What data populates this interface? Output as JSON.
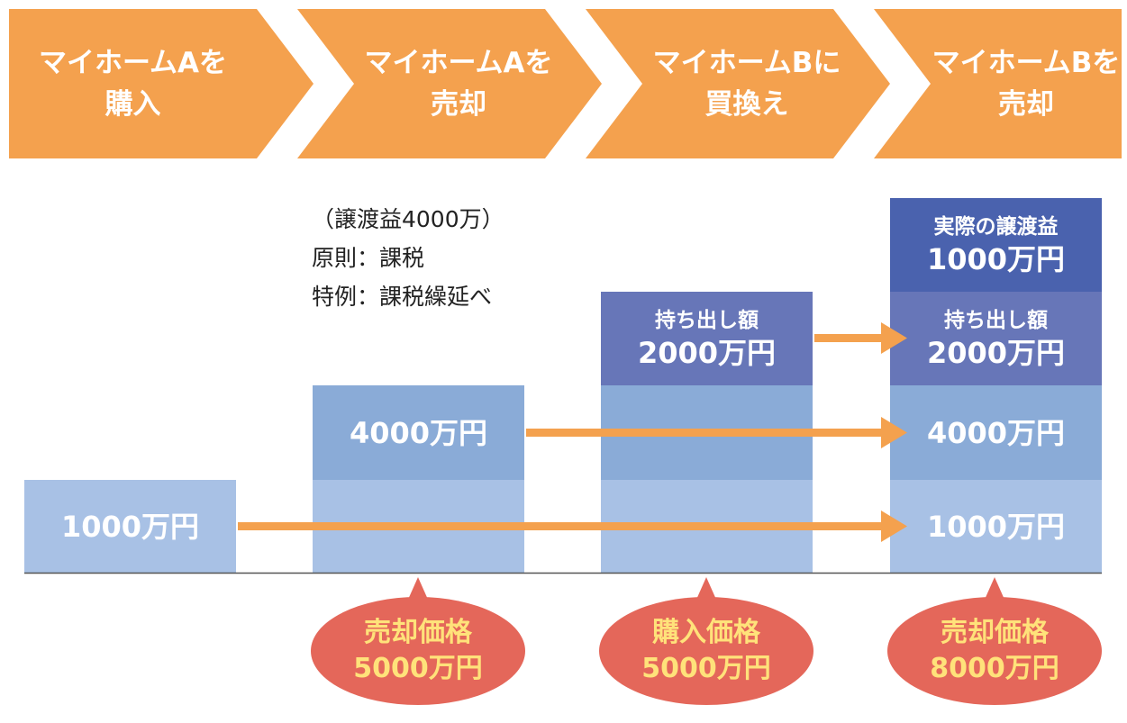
{
  "stages": [
    {
      "label": "マイホームAを\n購入"
    },
    {
      "label": "マイホームAを\n売却"
    },
    {
      "label": "マイホームBに\n買換え"
    },
    {
      "label": "マイホームBを\n売却"
    }
  ],
  "note": {
    "gain": "（譲渡益4000万）",
    "principle": "原則：課税",
    "exception": "特例：課税繰延べ"
  },
  "blocks": {
    "col1_base": "1000万円",
    "col2_gain": "4000万円",
    "col3_carry_label": "持ち出し額",
    "col3_carry_value": "2000万円",
    "col4_actual_label": "実際の譲渡益",
    "col4_actual_value": "1000万円",
    "col4_carry_label": "持ち出し額",
    "col4_carry_value": "2000万円",
    "col4_gain": "4000万円",
    "col4_base": "1000万円"
  },
  "bubbles": [
    {
      "label": "売却価格",
      "value": "5000万円"
    },
    {
      "label": "購入価格",
      "value": "5000万円"
    },
    {
      "label": "売却価格",
      "value": "8000万円"
    }
  ],
  "colors": {
    "stage": "#F4A14E",
    "arrow": "#F4A14E",
    "light_blue": "#A8C1E5",
    "mid_blue": "#8AABD7",
    "indigo": "#6776B8",
    "dark_blue": "#4A62AE",
    "bubble": "#E4675A",
    "bubble_text": "#FFE27A"
  }
}
